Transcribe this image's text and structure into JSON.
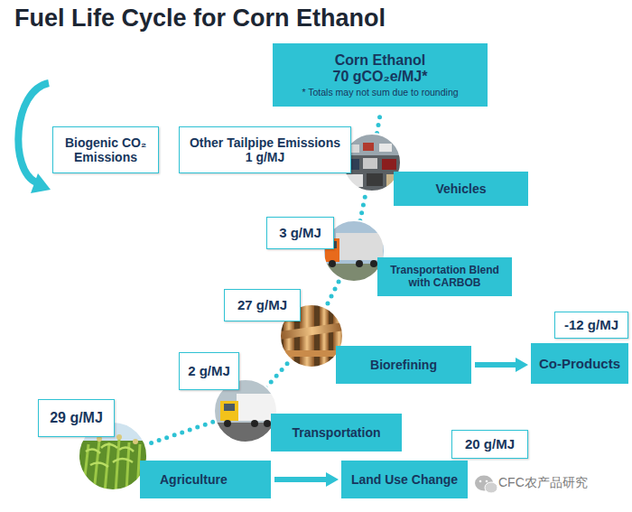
{
  "diagram": {
    "title": "Fuel Life Cycle for Corn Ethanol",
    "nodes": [
      {
        "text": [
          "Corn Ethanol",
          "70 gCO₂e/MJ*",
          "* Totals may not sum due to rounding"
        ]
      },
      {
        "text": [
          "Biogenic CO₂ Emissions"
        ]
      },
      {
        "text": [
          "Other Tailpipe Emissions 1 g/MJ"
        ]
      },
      {
        "text": [
          "Vehicles"
        ]
      },
      {
        "text": [
          "3 g/MJ"
        ]
      },
      {
        "text": [
          "Transportation Blend with CARBOB"
        ]
      },
      {
        "text": [
          "27 g/MJ"
        ]
      },
      {
        "text": [
          "-12 g/MJ"
        ]
      },
      {
        "text": [
          "Biorefining"
        ]
      },
      {
        "text": [
          "Co-Products"
        ]
      },
      {
        "text": [
          "2 g/MJ"
        ]
      },
      {
        "text": [
          "29 g/MJ"
        ]
      },
      {
        "text": [
          "Transportation"
        ]
      },
      {
        "text": [
          "20 g/MJ"
        ]
      },
      {
        "text": [
          "Agriculture"
        ]
      },
      {
        "text": [
          "Land Use Change"
        ]
      }
    ],
    "edges": [
      {
        "from": 8,
        "to": 9,
        "arrow": "to"
      },
      {
        "from": 14,
        "to": 15,
        "arrow": "to"
      }
    ],
    "labels": [
      "CFC农产品研究"
    ]
  }
}
